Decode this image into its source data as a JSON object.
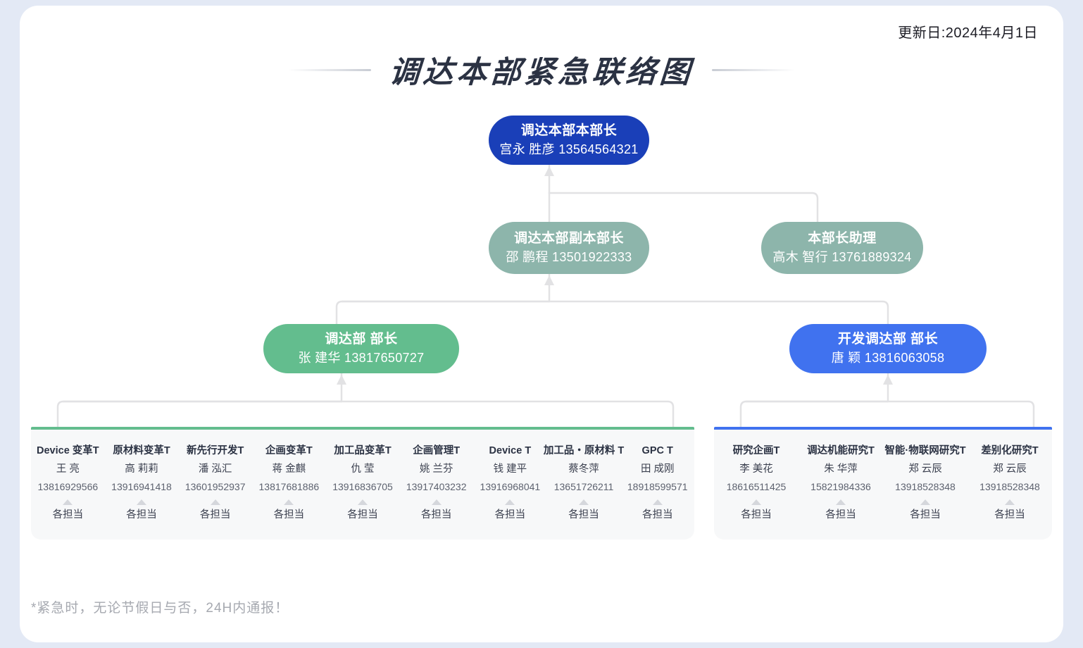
{
  "header": {
    "update_date": "更新日:2024年4月1日",
    "title": "调达本部紧急联络图"
  },
  "nodes": {
    "chief": {
      "role": "调达本部本部长",
      "person": "宫永 胜彦 13564564321",
      "color": "#1a3fb8"
    },
    "deputy": {
      "role": "调达本部副本部长",
      "person": "邵 鹏程 13501922333",
      "color": "#8db5ab"
    },
    "assistant": {
      "role": "本部长助理",
      "person": "高木 智行 13761889324",
      "color": "#8db5ab"
    },
    "dept": {
      "role": "调达部 部长",
      "person": "张 建华 13817650727",
      "color": "#63bd8e"
    },
    "devdept": {
      "role": "开发调达部 部长",
      "person": "唐 颖 13816063058",
      "color": "#4072ef"
    }
  },
  "panels": {
    "left": {
      "accent": "#63bd8e",
      "teams": [
        {
          "team": "Device 变革T",
          "person": "王 亮",
          "phone": "13816929566",
          "duty": "各担当"
        },
        {
          "team": "原材料变革T",
          "person": "高 莉莉",
          "phone": "13916941418",
          "duty": "各担当"
        },
        {
          "team": "新先行开发T",
          "person": "潘 泓汇",
          "phone": "13601952937",
          "duty": "各担当"
        },
        {
          "team": "企画变革T",
          "person": "蒋 金麒",
          "phone": "13817681886",
          "duty": "各担当"
        },
        {
          "team": "加工品变革T",
          "person": "仇 莹",
          "phone": "13916836705",
          "duty": "各担当"
        },
        {
          "team": "企画管理T",
          "person": "姚 兰芬",
          "phone": "13917403232",
          "duty": "各担当"
        },
        {
          "team": "Device T",
          "person": "钱 建平",
          "phone": "13916968041",
          "duty": "各担当"
        },
        {
          "team": "加工品・原材料 T",
          "person": "蔡冬萍",
          "phone": "13651726211",
          "duty": "各担当"
        },
        {
          "team": "GPC T",
          "person": "田 成刚",
          "phone": "18918599571",
          "duty": "各担当"
        }
      ]
    },
    "right": {
      "accent": "#4072ef",
      "teams": [
        {
          "team": "研究企画T",
          "person": "李 美花",
          "phone": "18616511425",
          "duty": "各担当"
        },
        {
          "team": "调达机能研究T",
          "person": "朱 华萍",
          "phone": "15821984336",
          "duty": "各担当"
        },
        {
          "team": "智能·物联网研究T",
          "person": "郑 云辰",
          "phone": "13918528348",
          "duty": "各担当"
        },
        {
          "team": "差别化研究T",
          "person": "郑 云辰",
          "phone": "13918528348",
          "duty": "各担当"
        }
      ]
    }
  },
  "footer": {
    "note": "*紧急时，无论节假日与否，24H内通报！"
  }
}
